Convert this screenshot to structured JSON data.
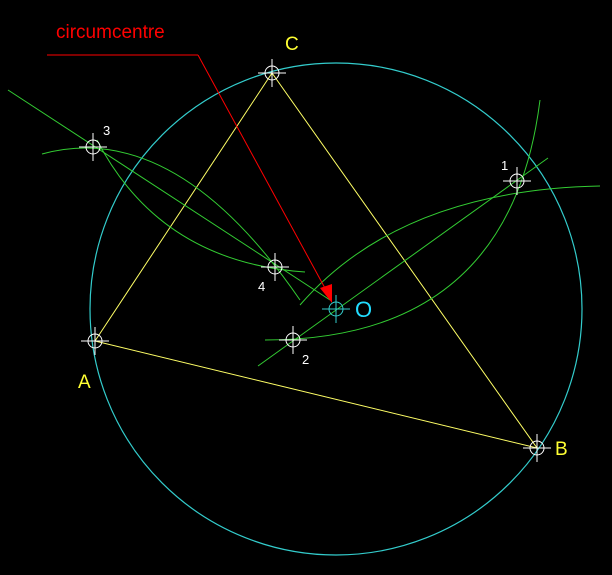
{
  "annotation": {
    "label": "circumcentre",
    "color": "#ff0000"
  },
  "vertices": [
    {
      "id": "A",
      "label": "A"
    },
    {
      "id": "B",
      "label": "B"
    },
    {
      "id": "C",
      "label": "C"
    }
  ],
  "construction_points": [
    {
      "id": "p1",
      "label": "1"
    },
    {
      "id": "p2",
      "label": "2"
    },
    {
      "id": "p3",
      "label": "3"
    },
    {
      "id": "p4",
      "label": "4"
    }
  ],
  "center": {
    "label": "O"
  },
  "colors": {
    "background": "#000000",
    "triangle": "#ffff66",
    "vertex_label": "#ffff33",
    "circle": "#33cccc",
    "center_label": "#22ddff",
    "arcs": "#33cc33",
    "markers": "#ffffff",
    "number_label": "#ffffff",
    "pointer": "#ff0000"
  }
}
